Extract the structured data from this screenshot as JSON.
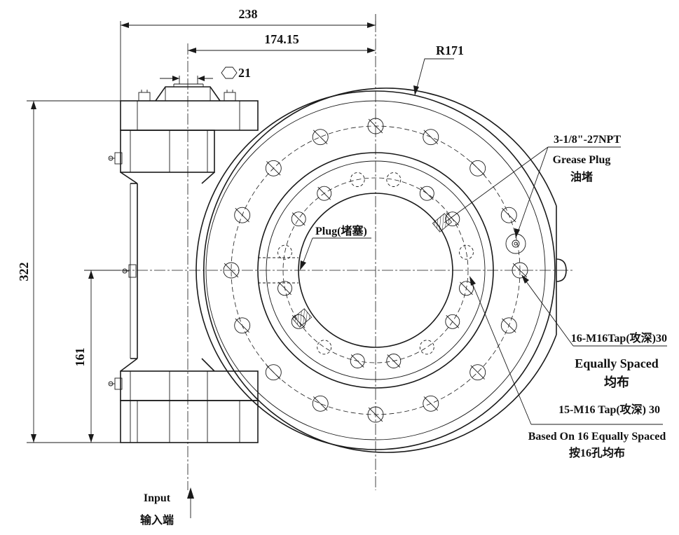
{
  "dimensions": {
    "overall_width": "238",
    "center_offset": "174.15",
    "hex_size": "21",
    "radius": "R171",
    "overall_height": "322",
    "half_height": "161"
  },
  "callouts": {
    "grease_thread": "3-1/8\"-27NPT",
    "grease_plug_en": "Grease Plug",
    "grease_plug_cn": "油堵",
    "plug": "Plug(堵塞)",
    "outer_tap": "16-M16Tap(攻深)30",
    "outer_tap_spacing_en": "Equally Spaced",
    "outer_tap_spacing_cn": "均布",
    "inner_tap": "15-M16 Tap(攻深) 30",
    "inner_tap_spacing_en": "Based On 16 Equally Spaced",
    "inner_tap_spacing_cn": "按16孔均布"
  },
  "input": {
    "label_en": "Input",
    "label_cn": "输入端"
  },
  "holes": {
    "outer_count": 16,
    "inner_count": 16
  }
}
